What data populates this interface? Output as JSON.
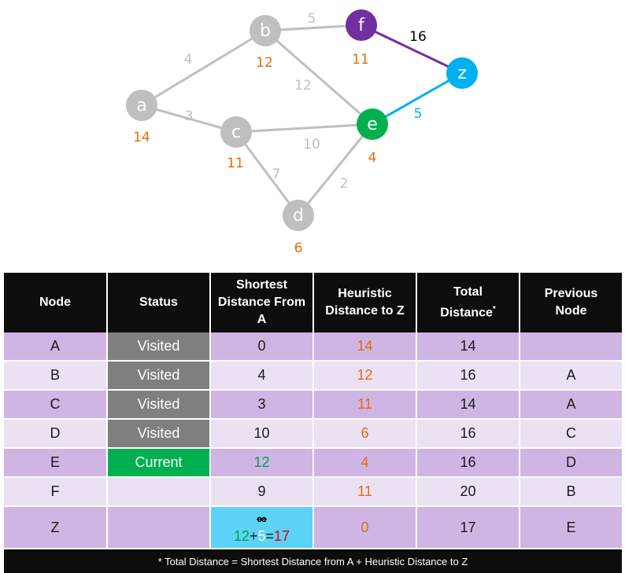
{
  "graph": {
    "nodes": [
      {
        "id": "a",
        "label": "a",
        "heuristic": "14",
        "color": "#bfbfbf"
      },
      {
        "id": "b",
        "label": "b",
        "heuristic": "12",
        "color": "#bfbfbf"
      },
      {
        "id": "c",
        "label": "c",
        "heuristic": "11",
        "color": "#bfbfbf"
      },
      {
        "id": "d",
        "label": "d",
        "heuristic": "6",
        "color": "#bfbfbf"
      },
      {
        "id": "e",
        "label": "e",
        "heuristic": "4",
        "color": "#00b050"
      },
      {
        "id": "f",
        "label": "f",
        "heuristic": "11",
        "color": "#7030a0"
      },
      {
        "id": "z",
        "label": "z",
        "heuristic": "",
        "color": "#00b0f0"
      }
    ],
    "edges": [
      {
        "from": "a",
        "to": "b",
        "weight": "4",
        "color": "#bfbfbf"
      },
      {
        "from": "a",
        "to": "c",
        "weight": "3",
        "color": "#bfbfbf"
      },
      {
        "from": "b",
        "to": "f",
        "weight": "5",
        "color": "#bfbfbf"
      },
      {
        "from": "b",
        "to": "e",
        "weight": "12",
        "color": "#bfbfbf"
      },
      {
        "from": "c",
        "to": "e",
        "weight": "10",
        "color": "#bfbfbf"
      },
      {
        "from": "c",
        "to": "d",
        "weight": "7",
        "color": "#bfbfbf"
      },
      {
        "from": "d",
        "to": "e",
        "weight": "2",
        "color": "#bfbfbf"
      },
      {
        "from": "f",
        "to": "z",
        "weight": "16",
        "color": "#7030a0"
      },
      {
        "from": "e",
        "to": "z",
        "weight": "5",
        "color": "#00b0f0"
      }
    ],
    "heuristic_color": "#e36c09"
  },
  "table": {
    "headers": {
      "node": "Node",
      "status": "Status",
      "shortest_line1": "Shortest",
      "shortest_line2": "Distance From",
      "shortest_line3": "A",
      "heuristic_line1": "Heuristic",
      "heuristic_line2": "Distance to Z",
      "total_line1": "Total",
      "total_line2": "Distance",
      "total_mark": "*",
      "previous_line1": "Previous",
      "previous_line2": "Node"
    },
    "rows": [
      {
        "node": "A",
        "status": "Visited",
        "shortest": "0",
        "heuristic": "14",
        "total": "14",
        "previous": ""
      },
      {
        "node": "B",
        "status": "Visited",
        "shortest": "4",
        "heuristic": "12",
        "total": "16",
        "previous": "A"
      },
      {
        "node": "C",
        "status": "Visited",
        "shortest": "3",
        "heuristic": "11",
        "total": "14",
        "previous": "A"
      },
      {
        "node": "D",
        "status": "Visited",
        "shortest": "10",
        "heuristic": "6",
        "total": "16",
        "previous": "C"
      },
      {
        "node": "E",
        "status": "Current",
        "shortest": "12",
        "heuristic": "4",
        "total": "16",
        "previous": "D"
      },
      {
        "node": "F",
        "status": "",
        "shortest": "9",
        "heuristic": "11",
        "total": "20",
        "previous": "B"
      },
      {
        "node": "Z",
        "status": "",
        "shortest_old": "∞",
        "shortest_calc_a": "12",
        "shortest_calc_plus": "+",
        "shortest_calc_b": "5",
        "shortest_calc_eq": "=",
        "shortest_calc_result": "17",
        "heuristic": "0",
        "total": "17",
        "previous": "E"
      }
    ],
    "footnote": "* Total Distance = Shortest Distance from A  +  Heuristic Distance to Z"
  },
  "colors": {
    "visited": "#7f7f7f",
    "current": "#00b050",
    "row_dark": "#cfb5e4",
    "row_light": "#ece1f3",
    "header": "#0d0d0d",
    "update": "#5cd3f6"
  }
}
